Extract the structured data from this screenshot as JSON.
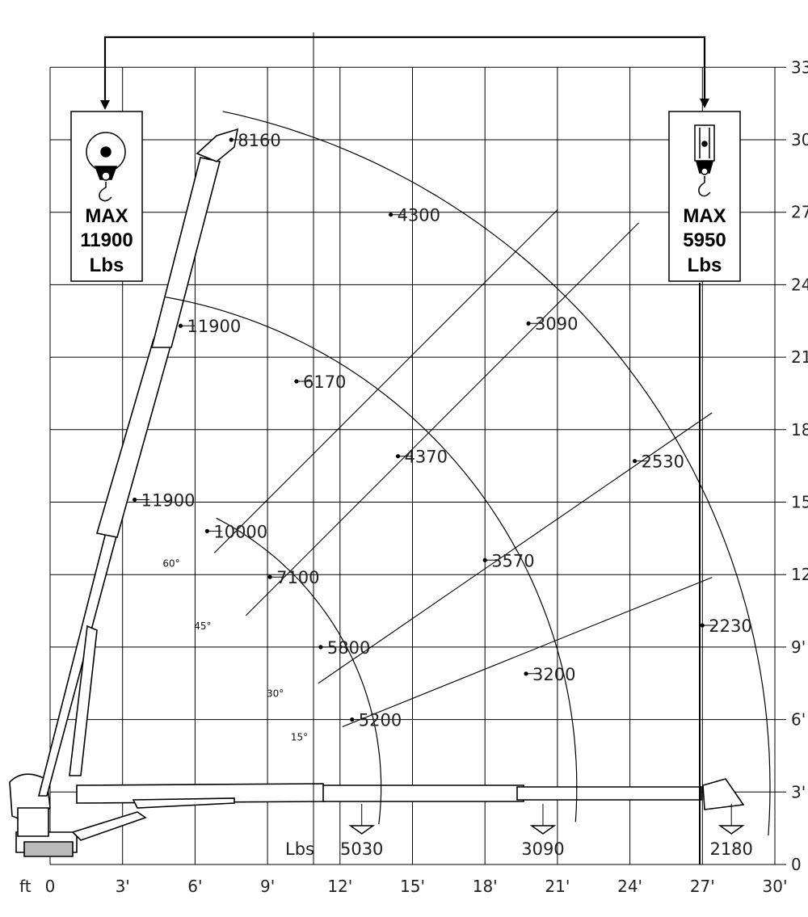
{
  "units": {
    "ft": "ft",
    "lbs": "Lbs"
  },
  "x_ticks": [
    "0",
    "3'",
    "6'",
    "9'",
    "12'",
    "15'",
    "18'",
    "21'",
    "24'",
    "27'",
    "30'"
  ],
  "y_ticks": [
    "0",
    "3'",
    "6'",
    "9'",
    "12'",
    "15'",
    "18'",
    "21'",
    "24'",
    "27'",
    "30'",
    "33'"
  ],
  "hook_boxes": [
    {
      "line1": "MAX",
      "line2": "11900",
      "line3": "Lbs",
      "hook_type": "double-sheave-hook"
    },
    {
      "line1": "MAX",
      "line2": "5950",
      "line3": "Lbs",
      "hook_type": "single-line-hook"
    }
  ],
  "angle_labels": [
    "60°",
    "45°",
    "30°",
    "15°"
  ],
  "load_points": [
    {
      "label": "8160",
      "ft_radius": 7.5,
      "ft_height": 30,
      "boom": "fully-retracted-tip"
    },
    {
      "label": "11900",
      "ft_radius": 5.4,
      "ft_height": 22.3,
      "boom": "section-2"
    },
    {
      "label": "11900",
      "ft_radius": 3.5,
      "ft_height": 15.1,
      "boom": "section-1"
    },
    {
      "label": "4300",
      "ft_radius": 14.1,
      "ft_height": 26.9
    },
    {
      "label": "3090",
      "ft_radius": 19.8,
      "ft_height": 22.4
    },
    {
      "label": "6170",
      "ft_radius": 10.2,
      "ft_height": 20.0
    },
    {
      "label": "4370",
      "ft_radius": 14.4,
      "ft_height": 16.9
    },
    {
      "label": "2530",
      "ft_radius": 24.2,
      "ft_height": 16.7
    },
    {
      "label": "10000",
      "ft_radius": 6.5,
      "ft_height": 13.8
    },
    {
      "label": "7100",
      "ft_radius": 9.1,
      "ft_height": 11.9
    },
    {
      "label": "3570",
      "ft_radius": 18.0,
      "ft_height": 12.6
    },
    {
      "label": "2230",
      "ft_radius": 27.0,
      "ft_height": 9.9
    },
    {
      "label": "5800",
      "ft_radius": 11.2,
      "ft_height": 9.0
    },
    {
      "label": "3200",
      "ft_radius": 19.7,
      "ft_height": 7.9
    },
    {
      "label": "5200",
      "ft_radius": 12.5,
      "ft_height": 6.0
    }
  ],
  "ground_loads": [
    {
      "label": "5030",
      "ft_radius": 12.9
    },
    {
      "label": "3090",
      "ft_radius": 20.4
    },
    {
      "label": "2180",
      "ft_radius": 28.2
    }
  ]
}
